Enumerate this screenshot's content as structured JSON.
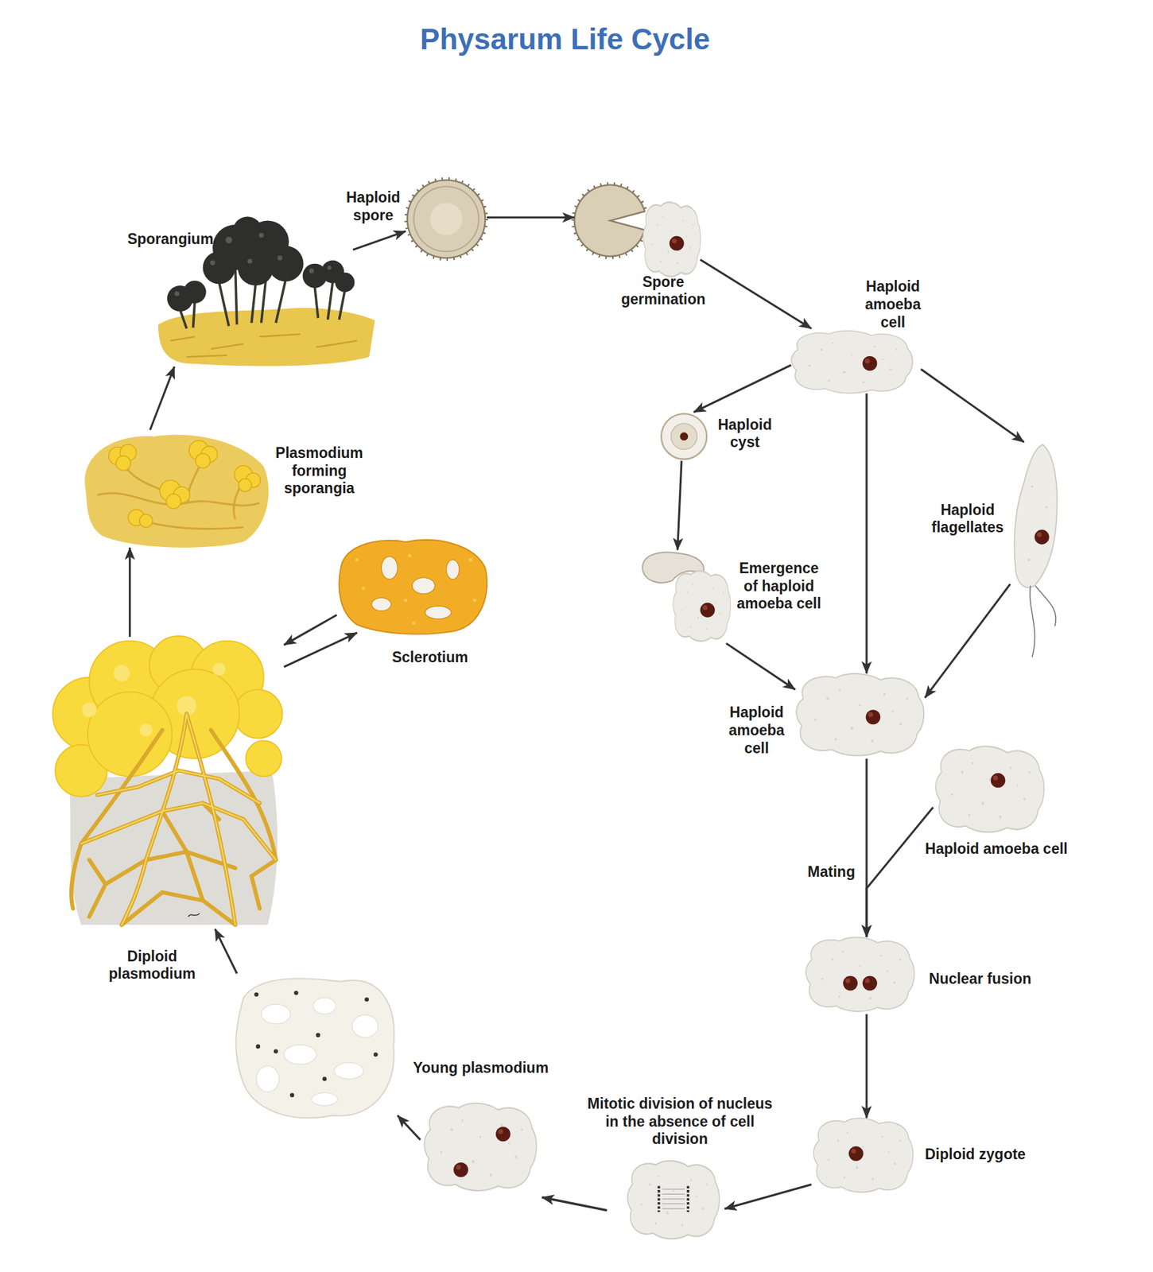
{
  "diagram": {
    "title": "Physarum Life Cycle",
    "nodes": [
      {
        "text": [
          "Sporangium"
        ]
      },
      {
        "text": [
          "Haploid spore"
        ]
      },
      {
        "text": [
          "Spore germination"
        ]
      },
      {
        "text": [
          "Haploid amoeba cell"
        ]
      },
      {
        "text": [
          "Haploid cyst"
        ]
      },
      {
        "text": [
          "Haploid flagellates"
        ]
      },
      {
        "text": [
          "Emergence of haploid amoeba cell"
        ]
      },
      {
        "text": [
          "Haploid amoeba cell"
        ]
      },
      {
        "text": [
          "Haploid amoeba cell"
        ]
      },
      {
        "text": [
          "Nuclear fusion"
        ]
      },
      {
        "text": [
          "Diploid zygote"
        ]
      },
      {
        "text": [
          "Mitotic division of nucleus in the absence of cell division"
        ]
      },
      {
        "text": [
          "Young plasmodium"
        ]
      },
      {
        "text": [
          "Diploid plasmodium"
        ]
      },
      {
        "text": [
          "Sclerotium"
        ]
      },
      {
        "text": [
          "Plasmodium forming sporangia"
        ]
      }
    ],
    "edges": [
      {
        "from": 0,
        "to": 1,
        "arrow": "to"
      },
      {
        "from": 1,
        "to": 2,
        "arrow": "to"
      },
      {
        "from": 2,
        "to": 3,
        "arrow": "to"
      },
      {
        "from": 3,
        "to": 4,
        "arrow": "to"
      },
      {
        "from": 3,
        "to": 7,
        "arrow": "to"
      },
      {
        "from": 3,
        "to": 5,
        "arrow": "to"
      },
      {
        "from": 4,
        "to": 6,
        "arrow": "to"
      },
      {
        "from": 6,
        "to": 7,
        "arrow": "to"
      },
      {
        "from": 5,
        "to": 7,
        "arrow": "to"
      },
      {
        "from": 7,
        "to": 9,
        "label": "Mating",
        "arrow": "to"
      },
      {
        "from": 8,
        "to": 9,
        "arrow": "to"
      },
      {
        "from": 9,
        "to": 10,
        "arrow": "to"
      },
      {
        "from": 10,
        "to": 11,
        "arrow": "to"
      },
      {
        "from": 11,
        "to": 12,
        "arrow": "to"
      },
      {
        "from": 12,
        "to": 13,
        "arrow": "to"
      },
      {
        "from": 13,
        "to": 15,
        "arrow": "to"
      },
      {
        "from": 13,
        "to": 14,
        "arrow": "to"
      },
      {
        "from": 14,
        "to": 13,
        "arrow": "to"
      },
      {
        "from": 15,
        "to": 0,
        "arrow": "to"
      }
    ]
  }
}
